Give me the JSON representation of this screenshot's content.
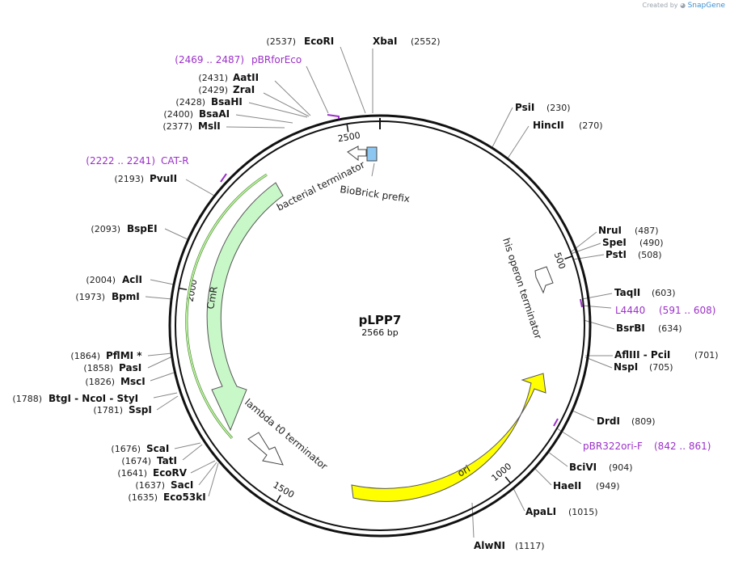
{
  "credit": {
    "prefix": "Created by",
    "brand": "SnapGene"
  },
  "plasmid": {
    "name": "pLPP7",
    "length_label": "2566 bp",
    "length": 2566
  },
  "colors": {
    "backbone": "#111111",
    "primer": "#9b30c9",
    "cmr_fill": "#c8f7c8",
    "cmr_outline": "#2e6d16",
    "ori_fill": "#ffff00",
    "biobrick_fill": "#8cc7f2",
    "terminator_fill": "#ffffff"
  },
  "ticks": [
    {
      "pos": 500,
      "label": "500"
    },
    {
      "pos": 1000,
      "label": "1000"
    },
    {
      "pos": 1500,
      "label": "1500"
    },
    {
      "pos": 2000,
      "label": "2000"
    },
    {
      "pos": 2500,
      "label": "2500"
    }
  ],
  "sites": [
    {
      "name": "EcoRI",
      "pos": "(2537)",
      "side": "left"
    },
    {
      "name": "XbaI",
      "pos": "(2552)",
      "side": "right"
    },
    {
      "name": "AatII",
      "pos": "(2431)",
      "side": "left"
    },
    {
      "name": "ZraI",
      "pos": "(2429)",
      "side": "left"
    },
    {
      "name": "BsaHI",
      "pos": "(2428)",
      "side": "left"
    },
    {
      "name": "BsaAI",
      "pos": "(2400)",
      "side": "left"
    },
    {
      "name": "MslI",
      "pos": "(2377)",
      "side": "left"
    },
    {
      "name": "PvuII",
      "pos": "(2193)",
      "side": "left"
    },
    {
      "name": "BspEI",
      "pos": "(2093)",
      "side": "left"
    },
    {
      "name": "AclI",
      "pos": "(2004)",
      "side": "left"
    },
    {
      "name": "BpmI",
      "pos": "(1973)",
      "side": "left"
    },
    {
      "name": "PflMI *",
      "pos": "(1864)",
      "side": "left"
    },
    {
      "name": "PasI",
      "pos": "(1858)",
      "side": "left"
    },
    {
      "name": "MscI",
      "pos": "(1826)",
      "side": "left"
    },
    {
      "name": "BtgI - NcoI - StyI",
      "pos": "(1788)",
      "side": "left"
    },
    {
      "name": "SspI",
      "pos": "(1781)",
      "side": "left"
    },
    {
      "name": "ScaI",
      "pos": "(1676)",
      "side": "left"
    },
    {
      "name": "TatI",
      "pos": "(1674)",
      "side": "left"
    },
    {
      "name": "EcoRV",
      "pos": "(1641)",
      "side": "left"
    },
    {
      "name": "SacI",
      "pos": "(1637)",
      "side": "left"
    },
    {
      "name": "Eco53kI",
      "pos": "(1635)",
      "side": "left"
    },
    {
      "name": "PsiI",
      "pos": "(230)",
      "side": "right"
    },
    {
      "name": "HincII",
      "pos": "(270)",
      "side": "right"
    },
    {
      "name": "NruI",
      "pos": "(487)",
      "side": "right"
    },
    {
      "name": "SpeI",
      "pos": "(490)",
      "side": "right"
    },
    {
      "name": "PstI",
      "pos": "(508)",
      "side": "right"
    },
    {
      "name": "TaqII",
      "pos": "(603)",
      "side": "right"
    },
    {
      "name": "BsrBI",
      "pos": "(634)",
      "side": "right"
    },
    {
      "name": "AflIII - PciI",
      "pos": "(701)",
      "side": "right"
    },
    {
      "name": "NspI",
      "pos": "(705)",
      "side": "right"
    },
    {
      "name": "DrdI",
      "pos": "(809)",
      "side": "right"
    },
    {
      "name": "BciVI",
      "pos": "(904)",
      "side": "right"
    },
    {
      "name": "HaeII",
      "pos": "(949)",
      "side": "right"
    },
    {
      "name": "ApaLI",
      "pos": "(1015)",
      "side": "right"
    },
    {
      "name": "AlwNI",
      "pos": "(1117)",
      "side": "right"
    }
  ],
  "primers": [
    {
      "name": "pBRforEco",
      "range": "(2469 .. 2487)",
      "side": "left"
    },
    {
      "name": "CAT-R",
      "range": "(2222 .. 2241)",
      "side": "left"
    },
    {
      "name": "L4440",
      "range": "(591 .. 608)",
      "side": "right"
    },
    {
      "name": "pBR322ori-F",
      "range": "(842 .. 861)",
      "side": "right"
    }
  ],
  "features": [
    {
      "name": "bacterial terminator",
      "type": "terminator"
    },
    {
      "name": "BioBrick prefix",
      "type": "misc"
    },
    {
      "name": "his operon terminator",
      "type": "terminator"
    },
    {
      "name": "CmR",
      "type": "CDS"
    },
    {
      "name": "lambda t0 terminator",
      "type": "terminator"
    },
    {
      "name": "ori",
      "type": "rep_origin"
    }
  ]
}
